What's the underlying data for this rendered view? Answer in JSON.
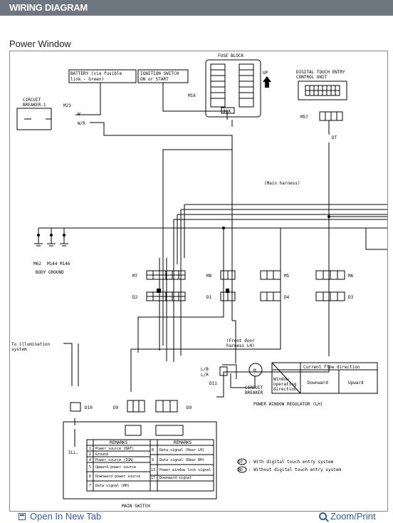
{
  "header": {
    "title": "WIRING DIAGRAM"
  },
  "subtitle": "Power Window",
  "diagram": {
    "battery": "BATTERY (via fusible link - Green)",
    "battery_l1": "BATTERY (via fusible",
    "battery_l2": "link - Green)",
    "ignition_l1": "IGNITION SWITCH",
    "ignition_l2": "ON or START",
    "fuse_block": "FUSE BLOCK",
    "fuse_rating": "30A",
    "up": "UP",
    "m16": "M16",
    "m23": "M23",
    "m57": "M57",
    "circuit_breaker1_l1": "CIRCUIT",
    "circuit_breaker1_l2": "BREAKER-1",
    "wire_w": "W",
    "wire_wr": "W/R",
    "dte_l1": "DIGITAL TOUCH ENTRY",
    "dte_l2": "CONTROL UNIT",
    "dt": "DT",
    "main_harness": "(Main harness)",
    "grounds": [
      "M62",
      "M144",
      "M146"
    ],
    "body_ground": "BODY GROUND",
    "conn_m7": "M7",
    "conn_m8": "M8",
    "conn_m5": "M5",
    "conn_m6": "M6",
    "conn_d2": "D2",
    "conn_d1": "D1",
    "conn_d4": "D4",
    "conn_d3": "D3",
    "conn_d10": "D10",
    "conn_d9a": "D9",
    "conn_d9b": "D9",
    "conn_d11": "D11",
    "front_door_l1": "(Front door",
    "front_door_l2": "harness LH)",
    "illum_l1": "To illumination",
    "illum_l2": "system",
    "lb": "L/B",
    "lr": "L/R",
    "cb_l1": "CIRCUIT",
    "cb_l2": "BREAKER",
    "motor": "M",
    "table_header": "Current flow direction",
    "table_row_l1": "Window",
    "table_row_l2": "operating",
    "table_row_l3": "direction",
    "table_down": "Downward",
    "table_up": "Upward",
    "regulator": "POWER WINDOW REGULATOR (LH)",
    "ill": "ILL.",
    "remarks_header": "REMARKS",
    "remarks_left": [
      {
        "no": "1",
        "text": "Power source (BAT)"
      },
      {
        "no": "2",
        "text": "Ground"
      },
      {
        "no": "4",
        "text": "Power source (IGN)"
      },
      {
        "no": "5",
        "text": "Upward power source"
      },
      {
        "no": "6",
        "text": "Downward power source"
      },
      {
        "no": "7",
        "text": "Data signal (RH)"
      }
    ],
    "remarks_right": [
      {
        "no": "8",
        "text": "Data signal (Rear LH)"
      },
      {
        "no": "9",
        "text": "Data signal (Rear RH)"
      },
      {
        "no": "13",
        "text": "Power window lock signal"
      },
      {
        "no": "17",
        "text": "Downward signal"
      }
    ],
    "main_switch": "MAIN SWITCH",
    "legend_dt_symbol": "DT",
    "legend_dt": ": With digital touch entry system",
    "legend_nd_symbol": "ND",
    "legend_nd": ": Without digital touch entry system"
  },
  "footer": {
    "open_tab": "Open In New Tab",
    "zoom": "Zoom/Print"
  }
}
